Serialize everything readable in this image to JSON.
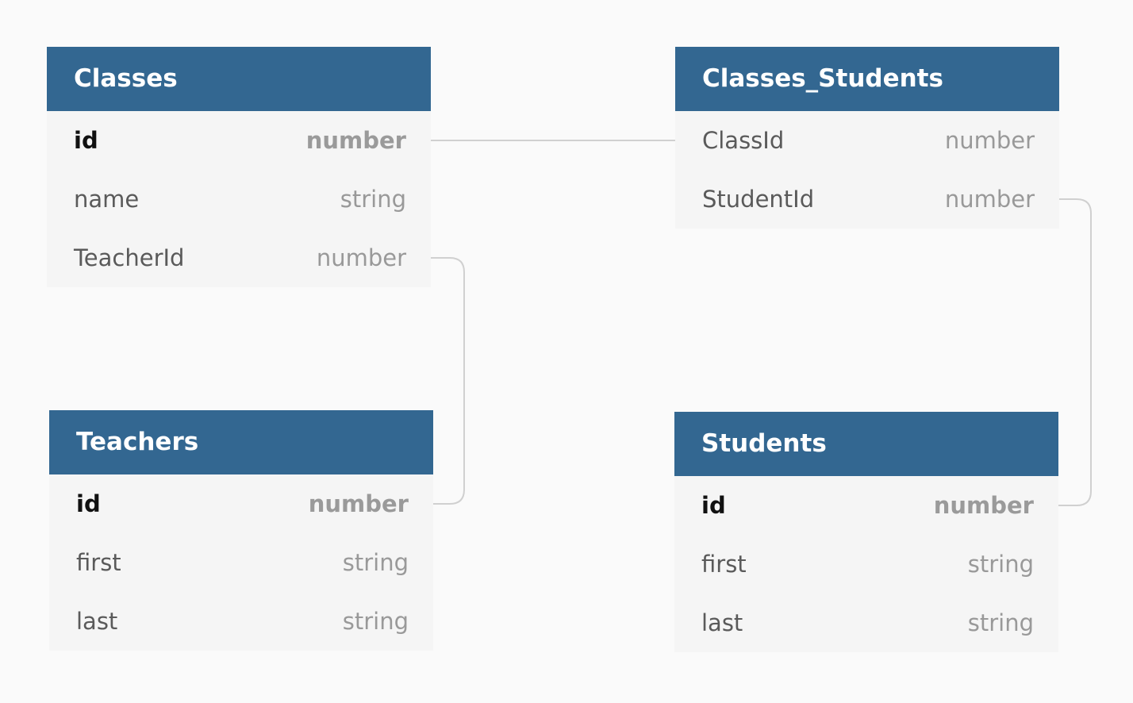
{
  "tables": {
    "classes": {
      "title": "Classes",
      "columns": [
        {
          "name": "id",
          "type": "number"
        },
        {
          "name": "name",
          "type": "string"
        },
        {
          "name": "TeacherId",
          "type": "number"
        }
      ]
    },
    "classes_students": {
      "title": "Classes_Students",
      "columns": [
        {
          "name": "ClassId",
          "type": "number"
        },
        {
          "name": "StudentId",
          "type": "number"
        }
      ]
    },
    "teachers": {
      "title": "Teachers",
      "columns": [
        {
          "name": "id",
          "type": "number"
        },
        {
          "name": "first",
          "type": "string"
        },
        {
          "name": "last",
          "type": "string"
        }
      ]
    },
    "students": {
      "title": "Students",
      "columns": [
        {
          "name": "id",
          "type": "number"
        },
        {
          "name": "first",
          "type": "string"
        },
        {
          "name": "last",
          "type": "string"
        }
      ]
    }
  },
  "relations": [
    {
      "from": "Classes.id",
      "to": "Classes_Students.ClassId"
    },
    {
      "from": "Classes.TeacherId",
      "to": "Teachers.id"
    },
    {
      "from": "Classes_Students.StudentId",
      "to": "Students.id"
    }
  ],
  "colors": {
    "header": "#336791",
    "header_text": "#ffffff",
    "body": "#f5f5f5",
    "background": "#fafafa",
    "connector": "#d0d0d0"
  }
}
